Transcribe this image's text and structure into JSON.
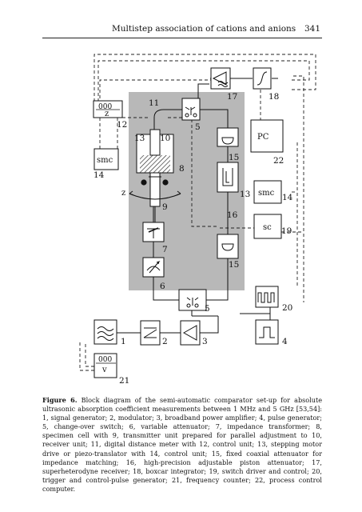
{
  "header": {
    "running_title": "Multistep association of cations and anions",
    "page_number": "341"
  },
  "figure": {
    "labels": [
      "1",
      "2",
      "3",
      "4",
      "5",
      "5",
      "6",
      "7",
      "8",
      "9",
      "10",
      "11",
      "12",
      "13",
      "13",
      "14",
      "14",
      "15",
      "15",
      "16",
      "17",
      "18",
      "19",
      "20",
      "21",
      "22"
    ],
    "box_text": {
      "counter_top": "000",
      "counter_top_unit": "z",
      "smc_left": "smc",
      "axis_z": "z",
      "pc": "PC",
      "smc_right": "smc",
      "sc": "sc",
      "counter_bottom": "000",
      "counter_bottom_unit": "v"
    }
  },
  "caption": {
    "label": "Figure 6.",
    "text": "Block diagram of the semi-automatic comparator set-up for absolute ultrasonic absorption coefficient measurements between 1 MHz and 5 GHz [53,54]: 1, signal generator; 2, modulator; 3, broadband power amplifier; 4, pulse generator; 5, change-over switch; 6, variable attenuator; 7, impedance transformer; 8, specimen cell with 9, transmitter unit prepared for parallel adjustment to 10, receiver unit; 11, digital distance meter with 12, control unit; 13, stepping motor drive or piezo-translator with 14, control unit; 15, fixed coaxial attenuator for impedance matching; 16, high-precision adjustable piston attenuator; 17, superheterodyne receiver; 18, boxcar integrator; 19, switch driver and control; 20, trigger and control-pulse generator; 21, frequency counter; 22, process control computer."
  }
}
